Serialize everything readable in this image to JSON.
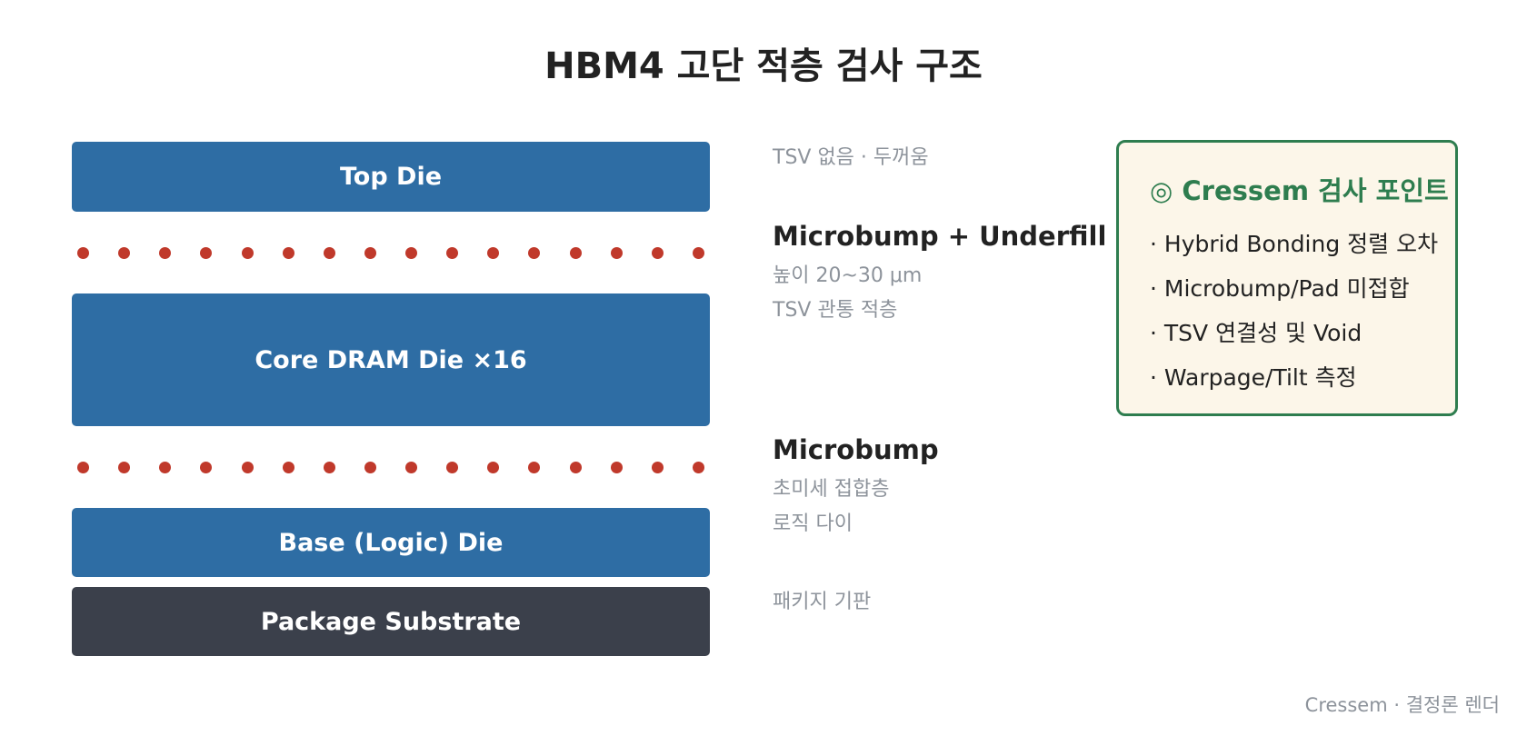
{
  "title": "HBM4 고단 적층 검사 구조",
  "stack": {
    "top_die": "Top Die",
    "core_die": "Core DRAM Die ×16",
    "base_die": "Base (Logic) Die",
    "substrate": "Package Substrate",
    "bump_rows": [
      16,
      16
    ]
  },
  "labels": {
    "top_die_note": "TSV 없음 · 두꺼움",
    "bump1_title": "Microbump + Underfill",
    "bump1_line1": "높이 20~30 μm",
    "bump1_line2": "TSV 관통 적층",
    "bump2_title": "Microbump",
    "bump2_line1": "초미세 접합층",
    "bump2_line2": "로직 다이",
    "substrate_note": "패키지 기판"
  },
  "inspection": {
    "title": "◎ Cressem 검사 포인트",
    "items": [
      "· Hybrid Bonding 정렬 오차",
      "· Microbump/Pad 미접합",
      "· TSV 연결성 및 Void",
      "· Warpage/Tilt 측정"
    ]
  },
  "footer": "Cressem · 결정론 렌더",
  "colors": {
    "die": "#2e6da4",
    "substrate": "#3b404b",
    "bump": "#c0392b",
    "accent": "#2e7d4f",
    "box_bg": "#fcf6e9"
  }
}
